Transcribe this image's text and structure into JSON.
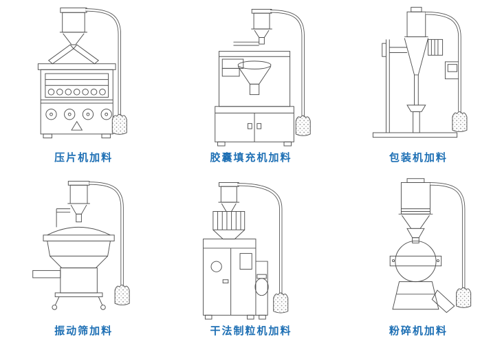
{
  "page": {
    "background_color": "#ffffff",
    "label_color": "#1d6fb4",
    "line_color": "#4f4f4f"
  },
  "machines": [
    {
      "id": "tablet-press-feeding",
      "label": "压片机加料"
    },
    {
      "id": "capsule-filling-machine-feeding",
      "label": "胶囊填充机加料"
    },
    {
      "id": "packaging-machine-feeding",
      "label": "包装机加料"
    },
    {
      "id": "vibrating-sieve-feeding",
      "label": "振动筛加料"
    },
    {
      "id": "dry-granulator-feeding",
      "label": "干法制粒机加料"
    },
    {
      "id": "pulverizer-feeding",
      "label": "粉碎机加料"
    }
  ]
}
